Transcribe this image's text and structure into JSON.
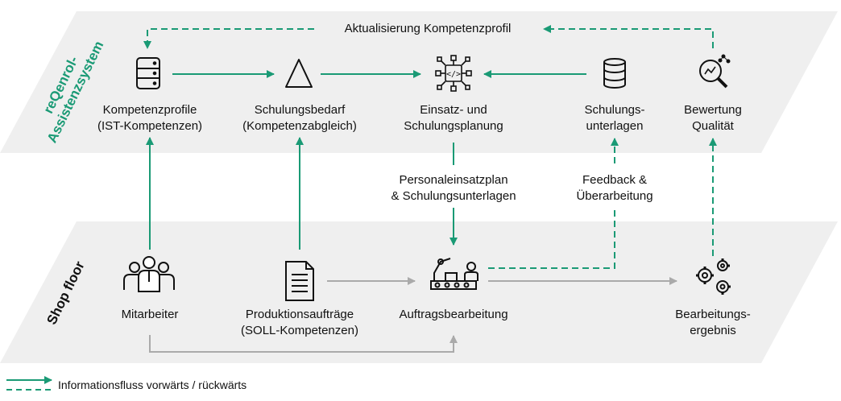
{
  "layers": {
    "top": "reQenrol-Assistenzsystem",
    "bottom": "Shop floor"
  },
  "nodes": {
    "kompetenzprofile": [
      "Kompetenzprofile",
      "(IST-Kompetenzen)"
    ],
    "schulungsbedarf": [
      "Schulungsbedarf",
      "(Kompetenzabgleich)"
    ],
    "einsatz": [
      "Einsatz- und",
      "Schulungsplanung"
    ],
    "schulungsunterlagen": [
      "Schulungs-",
      "unterlagen"
    ],
    "bewertung": [
      "Bewertung",
      "Qualität"
    ],
    "mitarbeiter": [
      "Mitarbeiter"
    ],
    "produktionsauftraege": [
      "Produktionsaufträge",
      "(SOLL-Kompetenzen)"
    ],
    "auftragsbearbeitung": [
      "Auftragsbearbeitung"
    ],
    "bearbeitungsergebnis": [
      "Bearbeitungs-",
      "ergebnis"
    ]
  },
  "edge_labels": {
    "aktualisierung": "Aktualisierung Kompetenzprofil",
    "personaleinsatzplan": [
      "Personaleinsatzplan",
      "& Schulungsunterlagen"
    ],
    "feedback": [
      "Feedback &",
      "Überarbeitung"
    ]
  },
  "legend": {
    "text": "Informationsfluss vorwärts / rückwärts"
  },
  "icons": {
    "kompetenzprofile": "database-icon",
    "schulungsbedarf": "triangle-icon",
    "einsatz": "network-code-icon",
    "schulungsunterlagen": "database-icon",
    "bewertung": "magnifier-chart-icon",
    "mitarbeiter": "people-group-icon",
    "produktionsauftraege": "document-icon",
    "auftragsbearbeitung": "robot-factory-icon",
    "bearbeitungsergebnis": "gears-icon"
  },
  "colors": {
    "accent": "#1a9a75",
    "band": "#efefef",
    "gray_arrow": "#aaaaaa",
    "text": "#111111"
  }
}
